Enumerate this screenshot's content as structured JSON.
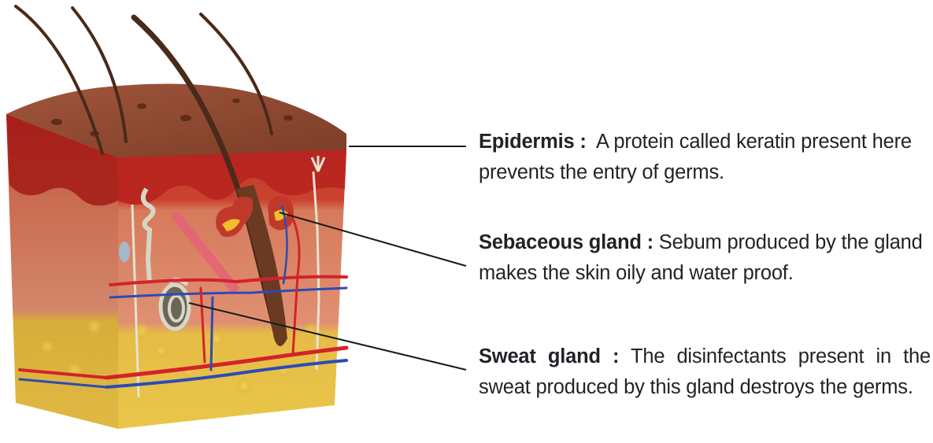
{
  "labels": [
    {
      "term": "Epidermis :",
      "description": "A protein called keratin present here prevents the entry of germs."
    },
    {
      "term": "Sebaceous gland :",
      "description": "Sebum produced by the gland makes the skin oily and water proof."
    },
    {
      "term": "Sweat gland :",
      "description": "The disinfectants present in the sweat produced by this gland destroys the germs."
    }
  ],
  "colors": {
    "skin_surface": "#8e4a33",
    "epidermis": "#c8302a",
    "dermis": "#dc7b5e",
    "fat_layer": "#e8c33e",
    "hair": "#4a2a1a",
    "artery": "#d3232a",
    "vein": "#2c4bb5",
    "leader_line": "#1a1a1a"
  },
  "icons": [
    "skin-cross-section-illustration"
  ]
}
